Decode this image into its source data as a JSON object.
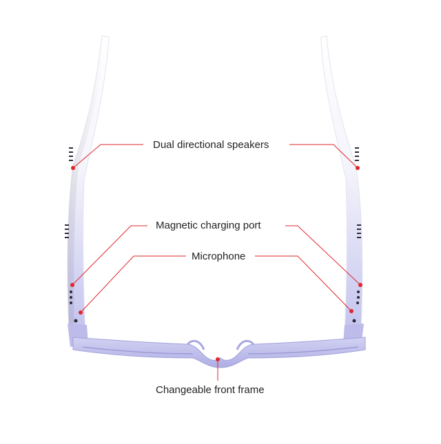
{
  "product": "smart-audio-glasses",
  "colors": {
    "callout": "#e0262b",
    "frame_light": "#ffffff",
    "frame_tint": "#b9b8ea",
    "text": "#222222"
  },
  "callouts": {
    "speakers": "Dual directional speakers",
    "charging": "Magnetic charging port",
    "microphone": "Microphone",
    "frame": "Changeable front frame"
  }
}
